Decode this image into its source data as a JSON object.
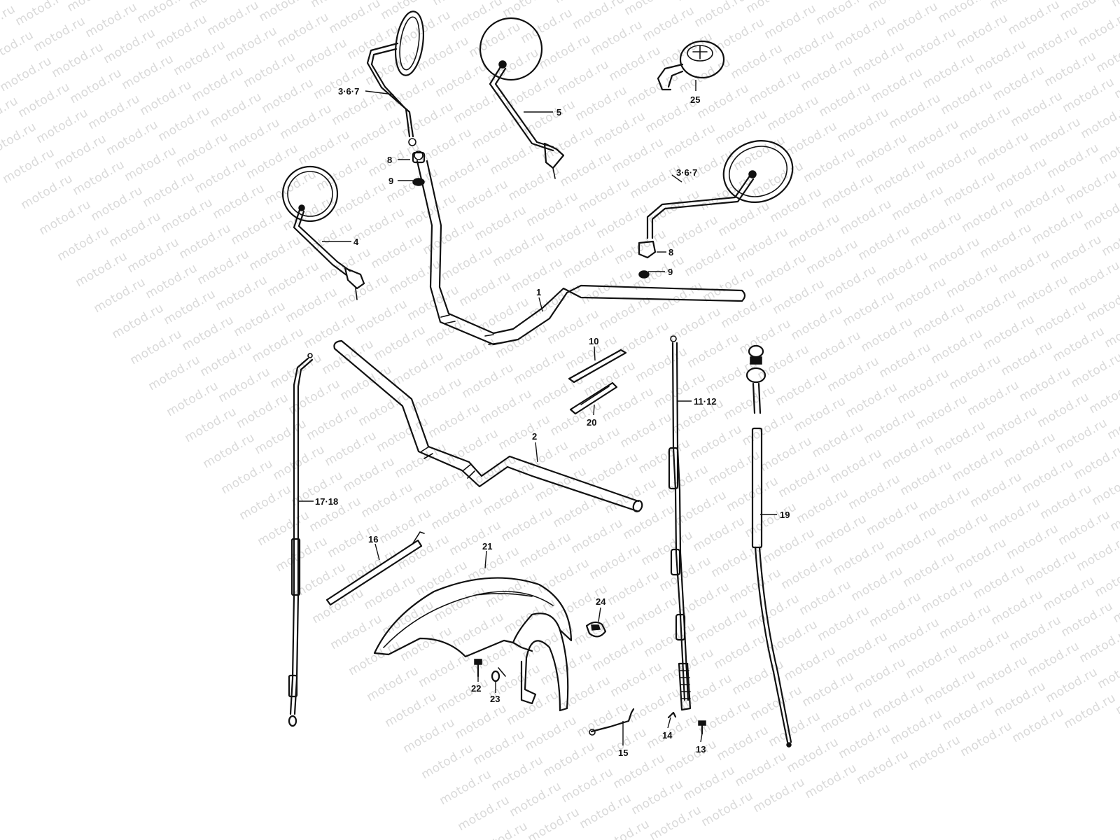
{
  "watermark": {
    "text": "motod.ru",
    "color": "#d9d9d9"
  },
  "callouts": {
    "c_367_top": "3·6·7",
    "c_5": "5",
    "c_25": "25",
    "c_8_left": "8",
    "c_9_left": "9",
    "c_367_right": "3·6·7",
    "c_4": "4",
    "c_8_right": "8",
    "c_9_right": "9",
    "c_1": "1",
    "c_10": "10",
    "c_20": "20",
    "c_11_12": "11·12",
    "c_2": "2",
    "c_17_18": "17·18",
    "c_19": "19",
    "c_16": "16",
    "c_21": "21",
    "c_24": "24",
    "c_22": "22",
    "c_23": "23",
    "c_15": "15",
    "c_14": "14",
    "c_13": "13"
  }
}
